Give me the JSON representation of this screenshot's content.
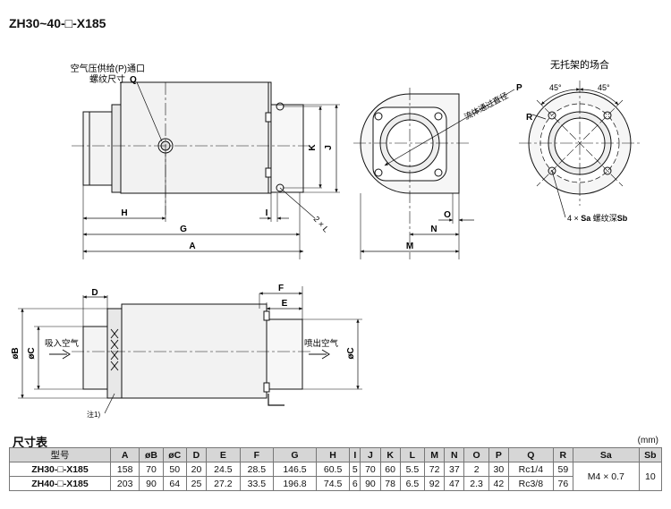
{
  "title": "ZH30~40-□-X185",
  "labels": {
    "air_port": "空气压供给(P)通口",
    "thread_size": "螺纹尺寸",
    "q": "Q",
    "no_bracket": "无托架的场合",
    "fluid_path": "流体通过直径",
    "p": "P",
    "angle1": "45°",
    "angle2": "45°",
    "r": "R",
    "tap_prefix": "4 × ",
    "sa": "Sa",
    "tap_mid": " 螺纹深",
    "sb": "Sb",
    "suction": "吸入空气",
    "exhaust": "喷出空气",
    "note": "注1)",
    "two_l": "2 × L",
    "dim_h": "H",
    "dim_g": "G",
    "dim_a": "A",
    "dim_i": "I",
    "dim_k": "K",
    "dim_j": "J",
    "dim_m": "M",
    "dim_n": "N",
    "dim_o": "O",
    "dim_d": "D",
    "dim_f": "F",
    "dim_e": "E",
    "dim_b": "øB",
    "dim_c": "øC",
    "dim_c2": "øC"
  },
  "table": {
    "caption": "尺寸表",
    "unit": "(mm)",
    "headers": [
      "型号",
      "A",
      "øB",
      "øC",
      "D",
      "E",
      "F",
      "G",
      "H",
      "I",
      "J",
      "K",
      "L",
      "M",
      "N",
      "O",
      "P",
      "Q",
      "R",
      "Sa",
      "Sb"
    ],
    "rows": [
      [
        "ZH30-□-X185",
        "158",
        "70",
        "50",
        "20",
        "24.5",
        "28.5",
        "146.5",
        "60.5",
        "5",
        "70",
        "60",
        "5.5",
        "72",
        "37",
        "2",
        "30",
        "Rc1/4",
        "59"
      ],
      [
        "ZH40-□-X185",
        "203",
        "90",
        "64",
        "25",
        "27.2",
        "33.5",
        "196.8",
        "74.5",
        "6",
        "90",
        "78",
        "6.5",
        "92",
        "47",
        "2.3",
        "42",
        "Rc3/8",
        "76"
      ]
    ],
    "sa_shared": "M4 × 0.7",
    "sb_shared": "10"
  }
}
